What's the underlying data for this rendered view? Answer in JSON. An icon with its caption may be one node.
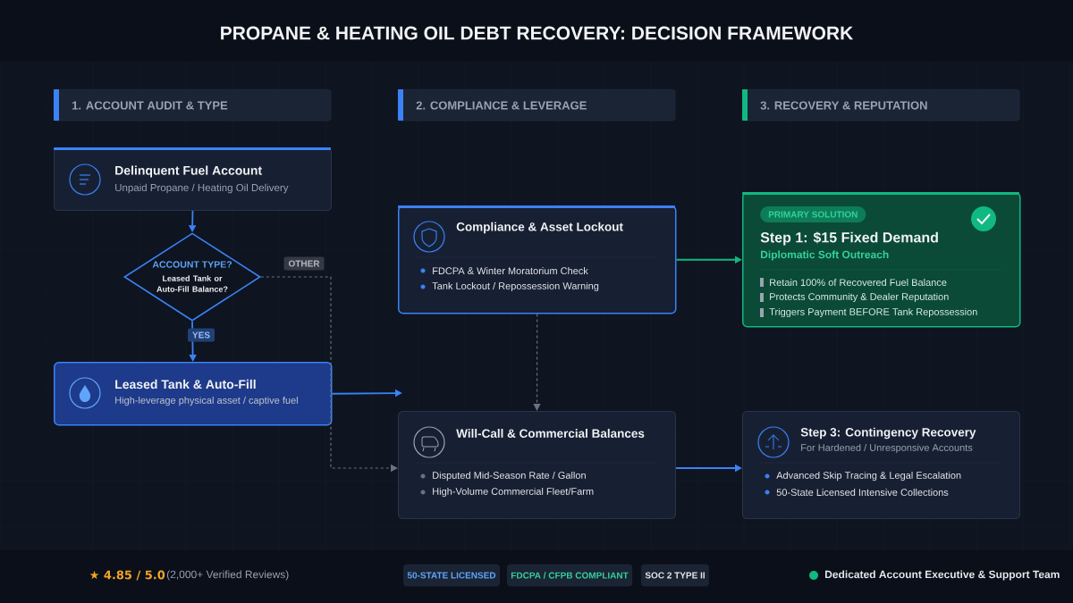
{
  "diagram": {
    "title": "PROPANE & HEATING OIL DEBT RECOVERY: DECISION FRAMEWORK",
    "nodes": [
      {
        "text": [
          "1. ACCOUNT AUDIT & TYPE"
        ]
      },
      {
        "text": [
          "2. COMPLIANCE & LEVERAGE"
        ]
      },
      {
        "text": [
          "3. RECOVERY & REPUTATION"
        ]
      },
      {
        "text": [
          "Delinquent Fuel Account",
          "Unpaid Propane / Heating Oil Delivery"
        ]
      },
      {
        "text": [
          "ACCOUNT TYPE?",
          "Leased Tank or Auto-Fill Balance?"
        ]
      },
      {
        "text": [
          "Leased Tank & Auto-Fill",
          "High-leverage physical asset / captive fuel"
        ]
      },
      {
        "text": [
          "Compliance & Asset Lockout",
          "FDCPA & Winter Moratorium Check",
          "Tank Lockout / Repossession Warning"
        ]
      },
      {
        "text": [
          "Will-Call & Commercial Balances",
          "Disputed Mid-Season Rate / Gallon",
          "High-Volume Commercial Fleet/Farm"
        ]
      },
      {
        "text": [
          "PRIMARY SOLUTION",
          "Step 1: $15 Fixed Demand",
          "Diplomatic Soft Outreach",
          "Retain 100% of Recovered Fuel Balance",
          "Protects Community & Dealer Reputation",
          "Triggers Payment BEFORE Tank Repossession"
        ]
      },
      {
        "text": [
          "Step 3: Contingency Recovery",
          "For Hardened / Unresponsive Accounts",
          "Advanced Skip Tracing & Legal Escalation",
          "50-State Licensed Intensive Collections"
        ]
      },
      {
        "text": [
          "50-STATE LICENSED"
        ]
      },
      {
        "text": [
          "FDCPA / CFPB COMPLIANT"
        ]
      },
      {
        "text": [
          "SOC 2 TYPE II"
        ]
      }
    ],
    "edges": [
      {
        "from": 3,
        "to": 4,
        "arrow": "to"
      },
      {
        "from": 4,
        "to": 5,
        "arrow": "to",
        "label": "YES"
      },
      {
        "from": 4,
        "to": 7,
        "arrow": "to",
        "label": "OTHER",
        "style": "dashed",
        "color": "#6b7280"
      },
      {
        "from": 5,
        "to": null,
        "arrow": "to"
      },
      {
        "from": 6,
        "to": 7,
        "arrow": "to",
        "style": "dashed",
        "color": "#6b7280"
      },
      {
        "from": 6,
        "to": 8,
        "arrow": "to",
        "color": "#10b981"
      },
      {
        "from": 7,
        "to": 9,
        "arrow": "to"
      }
    ],
    "labels": [
      "★ 4.85 / 5.0",
      "(2,000+ Verified Reviews)",
      "Dedicated Account Executive & Support Team"
    ]
  }
}
